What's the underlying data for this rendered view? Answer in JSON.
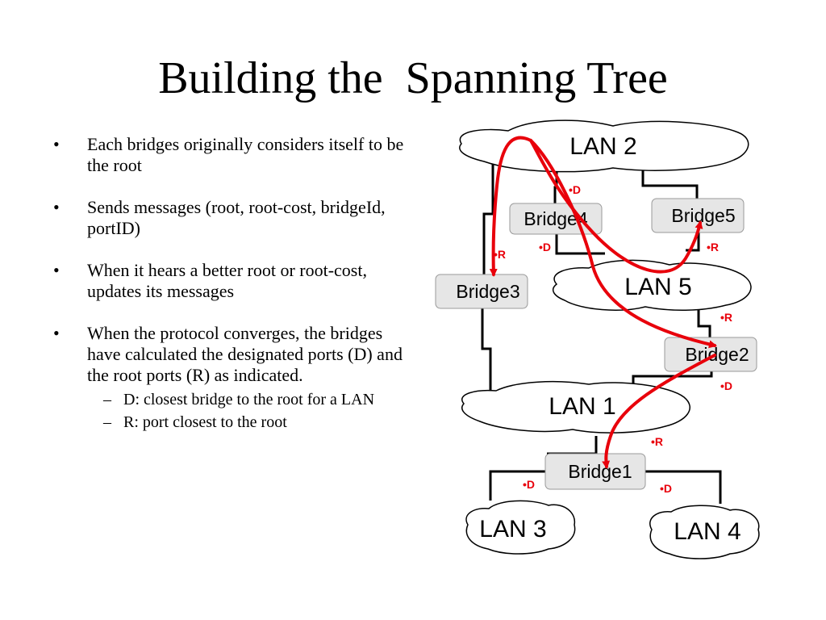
{
  "title": "Building the  Spanning Tree",
  "bullets": [
    {
      "marker": "•",
      "text": "Each bridges originally considers itself to be the root"
    },
    {
      "marker": "•",
      "text": "Sends messages (root, root-cost, bridgeId, portID)"
    },
    {
      "marker": "•",
      "text": "When it hears a better root or root-cost, updates its messages"
    },
    {
      "marker": "•",
      "text": "When the protocol converges,  the bridges have calculated the designated ports (D) and the root ports (R) as indicated."
    }
  ],
  "sub_bullets": [
    {
      "marker": "–",
      "text": "D: closest bridge to the root for a LAN"
    },
    {
      "marker": "–",
      "text": "R: port closest to the root"
    }
  ],
  "diagram": {
    "lans": {
      "lan2": "LAN 2",
      "lan5": "LAN 5",
      "lan1": "LAN 1",
      "lan3": "LAN 3",
      "lan4": "LAN 4"
    },
    "bridges": {
      "bridge1": "Bridge1",
      "bridge2": "Bridge2",
      "bridge3": "Bridge3",
      "bridge4": "Bridge4",
      "bridge5": "Bridge5"
    },
    "ports": {
      "b4_top": "•D",
      "b4_bottom": "•D",
      "b3_top": "•R",
      "b5_bottom": "•R",
      "b2_top": "•R",
      "b2_bottom": "•D",
      "b1_top": "•R",
      "b1_left": "•D",
      "b1_right": "•D"
    },
    "colors": {
      "path": "#e8000b",
      "bridge_fill": "#e6e6e6",
      "line": "#000000"
    }
  }
}
